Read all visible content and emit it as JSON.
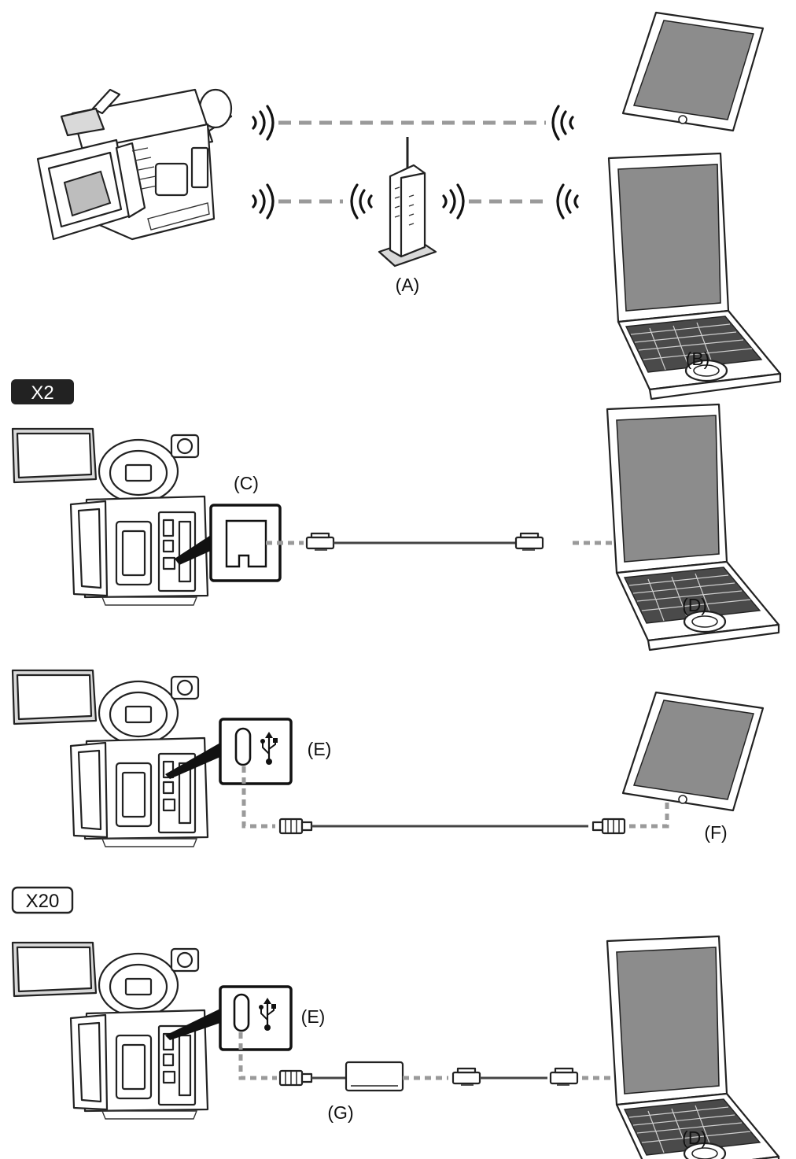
{
  "labels": {
    "A": "(A)",
    "B": "(B)",
    "C": "(C)",
    "D": "(D)",
    "E": "(E)",
    "F": "(F)",
    "G": "(G)"
  },
  "badges": {
    "x2": "X2",
    "x20": "X20"
  },
  "colors": {
    "badge_x2_bg": "#222222",
    "link_dash": "#9a9a9a",
    "screen": "#8c8c8c"
  },
  "icons": [
    "camcorder-icon",
    "wifi-router-icon",
    "tablet-icon",
    "laptop-icon",
    "lan-port-icon",
    "usb-port-icon",
    "usb-lan-adapter-icon"
  ]
}
